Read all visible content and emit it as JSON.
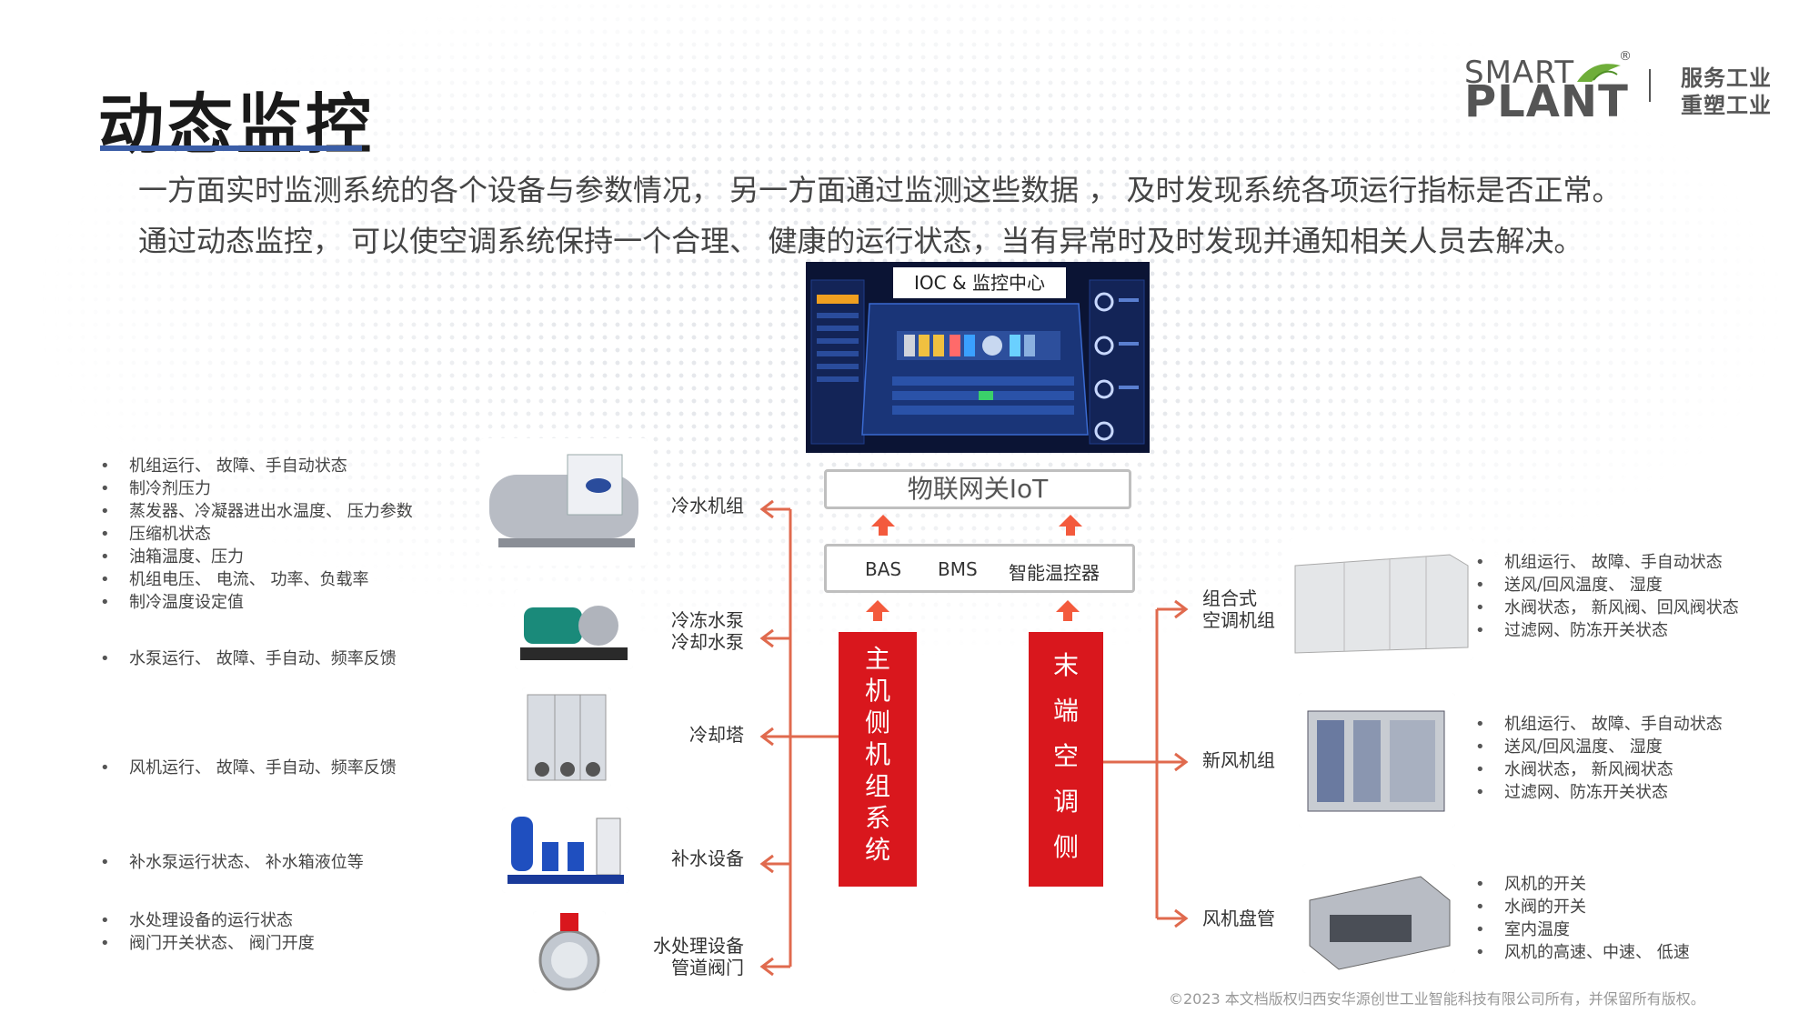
{
  "title": "动态监控",
  "intro": [
    "一方面实时监测系统的各个设备与参数情况， 另一方面通过监测这些数据 ， 及时发现系统各项运行指标是否正常。",
    "通过动态监控， 可以使空调系统保持一个合理、  健康的运行状态，当有异常时及时发现并通知相关人员去解决。"
  ],
  "logo": {
    "smart": "SMART",
    "plant": "PLANT",
    "reg": "®",
    "slogan": [
      "服务工业",
      "重塑工业"
    ]
  },
  "ioc": {
    "label": "IOC & 监控中心"
  },
  "iot_gateway": "物联网关IoT",
  "protocols": [
    "BAS",
    "BMS",
    "智能温控器"
  ],
  "host_side": "主机侧机组系统",
  "terminal_side": "末端空调侧",
  "left_equipment": [
    {
      "name": "冷水机组",
      "bullets": [
        "机组运行、  故障、手自动状态",
        "制冷剂压力",
        "蒸发器、冷凝器进出水温度、  压力参数",
        "压缩机状态",
        "油箱温度、压力",
        "机组电压、  电流、  功率、负载率",
        "制冷温度设定值"
      ]
    },
    {
      "name": "冷冻水泵\n冷却水泵",
      "bullets": [
        "水泵运行、  故障、手自动、频率反馈"
      ]
    },
    {
      "name": "冷却塔",
      "bullets": [
        "风机运行、  故障、手自动、频率反馈"
      ]
    },
    {
      "name": "补水设备",
      "bullets": [
        "补水泵运行状态、  补水箱液位等"
      ]
    },
    {
      "name": "水处理设备\n管道阀门",
      "bullets": [
        "水处理设备的运行状态",
        "阀门开关状态、  阀门开度"
      ]
    }
  ],
  "right_equipment": [
    {
      "name": "组合式\n空调机组",
      "bullets": [
        "机组运行、  故障、手自动状态",
        "送风/回风温度、  湿度",
        "水阀状态，  新风阀、回风阀状态",
        "过滤网、防冻开关状态"
      ]
    },
    {
      "name": "新风机组",
      "bullets": [
        "机组运行、  故障、手自动状态",
        "送风/回风温度、  湿度",
        "水阀状态，  新风阀状态",
        "过滤网、防冻开关状态"
      ]
    },
    {
      "name": "风机盘管",
      "bullets": [
        "风机的开关",
        "水阀的开关",
        "室内温度",
        "风机的高速、中速、  低速"
      ]
    }
  ],
  "footer": "©2023 本文档版权归西安华源创世工业智能科技有限公司所有，并保留所有版权。",
  "colors": {
    "accent_red": "#d9171d",
    "arrow": "#f35a3d",
    "line": "#e06a4e",
    "title_bar": "#3b5ea7"
  }
}
